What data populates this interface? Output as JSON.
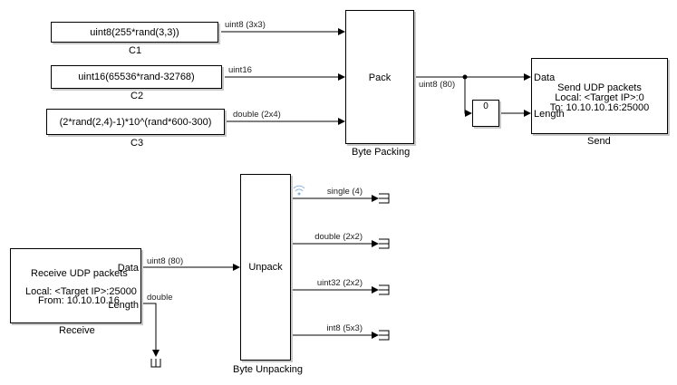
{
  "constants": [
    {
      "name": "C1",
      "expression": "uint8(255*rand(3,3))",
      "signal": "uint8 (3x3)"
    },
    {
      "name": "C2",
      "expression": "uint16(65536*rand-32768)",
      "signal": "uint16"
    },
    {
      "name": "C3",
      "expression": "(2*rand(2,4)-1)*10^(rand*600-300)",
      "signal": "double (2x4)"
    }
  ],
  "byte_packing": {
    "name": "Byte Packing",
    "text": "Pack",
    "output_signal": "uint8 (80)"
  },
  "width_block": {
    "value": "0"
  },
  "send": {
    "name": "Send",
    "ports": [
      "Data",
      "Length"
    ],
    "lines": [
      "Send UDP packets",
      "Local: <Target IP>:0",
      "To: 10.10.10.16:25000"
    ]
  },
  "receive": {
    "name": "Receive",
    "ports": [
      "Data",
      "Length"
    ],
    "title": "Receive UDP packets",
    "lines": [
      "Local: <Target IP>:25000",
      "From: 10.10.10.16"
    ],
    "data_signal": "uint8 (80)",
    "length_signal": "double"
  },
  "byte_unpacking": {
    "name": "Byte Unpacking",
    "text": "Unpack",
    "outputs": [
      "single (4)",
      "double (2x2)",
      "uint32 (2x2)",
      "int8 (5x3)"
    ]
  },
  "colors": {
    "line": "#000000",
    "shadow": "#c8c8c8",
    "wireless": "#8fb4dc"
  }
}
